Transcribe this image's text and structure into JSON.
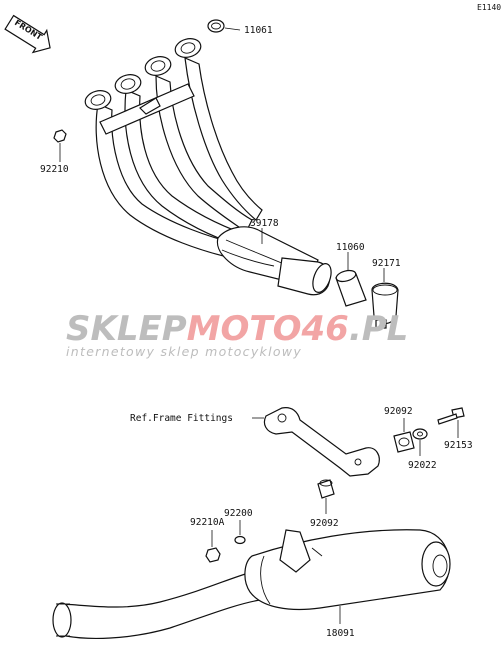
{
  "diagram_code": "E1140",
  "front_label": "FRONT",
  "ref_label": "Ref.Frame Fittings",
  "parts": {
    "p11061": "11061",
    "p92210": "92210",
    "p39178": "39178",
    "p11060": "11060",
    "p92171": "92171",
    "p92092a": "92092",
    "p92153": "92153",
    "p92022": "92022",
    "p92092b": "92092",
    "p92200": "92200",
    "p92210A": "92210A",
    "p18091": "18091"
  },
  "watermark": {
    "brand_a": "SKLEP",
    "brand_b": "MOTO",
    "brand_c": "46",
    "brand_d": ".PL",
    "tagline": "internetowy sklep motocyklowy",
    "color_gray": "#bdbdbd",
    "color_red": "#f2a5a5"
  }
}
